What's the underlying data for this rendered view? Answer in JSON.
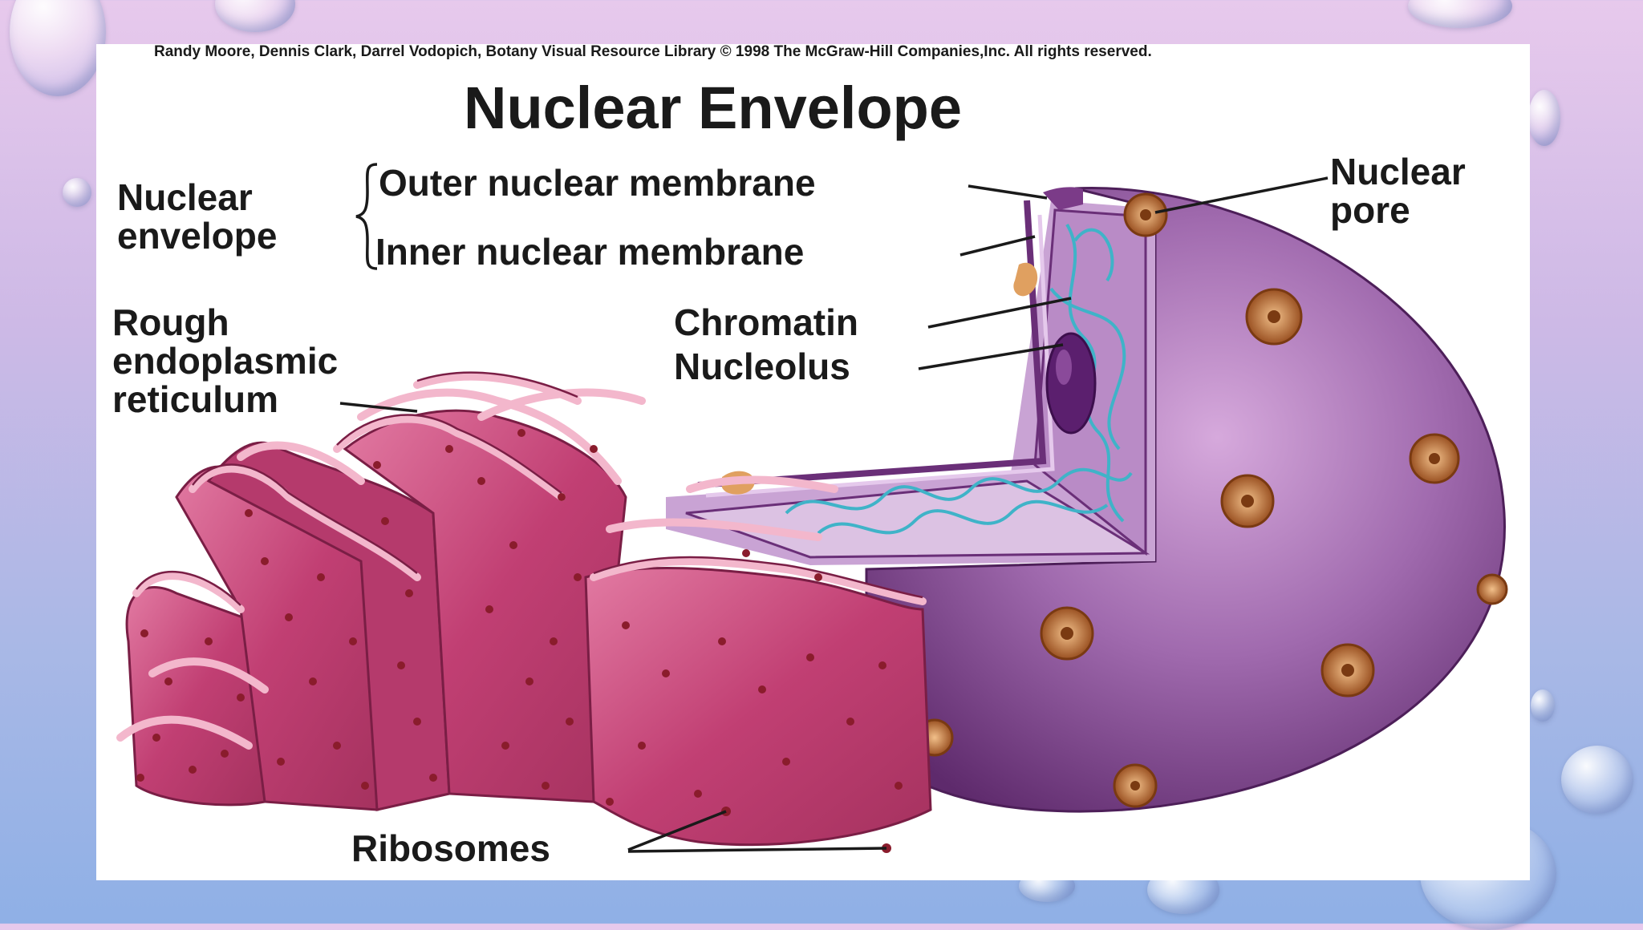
{
  "credit": "Randy Moore, Dennis Clark, Darrel Vodopich, Botany Visual Resource Library © 1998 The McGraw-Hill Companies,Inc. All rights reserved.",
  "title": "Nuclear Envelope",
  "labels": {
    "nuclear_envelope_line1": "Nuclear",
    "nuclear_envelope_line2": "envelope",
    "outer_membrane": "Outer nuclear membrane",
    "inner_membrane": "Inner nuclear membrane",
    "nuclear_pore_line1": "Nuclear",
    "nuclear_pore_line2": "pore",
    "rer_line1": "Rough",
    "rer_line2": "endoplasmic",
    "rer_line3": "reticulum",
    "chromatin": "Chromatin",
    "nucleolus": "Nucleolus",
    "ribosomes": "Ribosomes"
  },
  "colors": {
    "nucleus": "#9a5aa6",
    "nucleus_dark": "#6a2f78",
    "er": "#c8437a",
    "er_light": "#e58aac",
    "ribosome": "#8a1c2c",
    "pore": "#b86a35",
    "chromatin": "#3fb3c8",
    "nucleolus": "#5b1f6e",
    "background_top": "#e7c9ec",
    "background_bottom": "#8fb0e6"
  }
}
